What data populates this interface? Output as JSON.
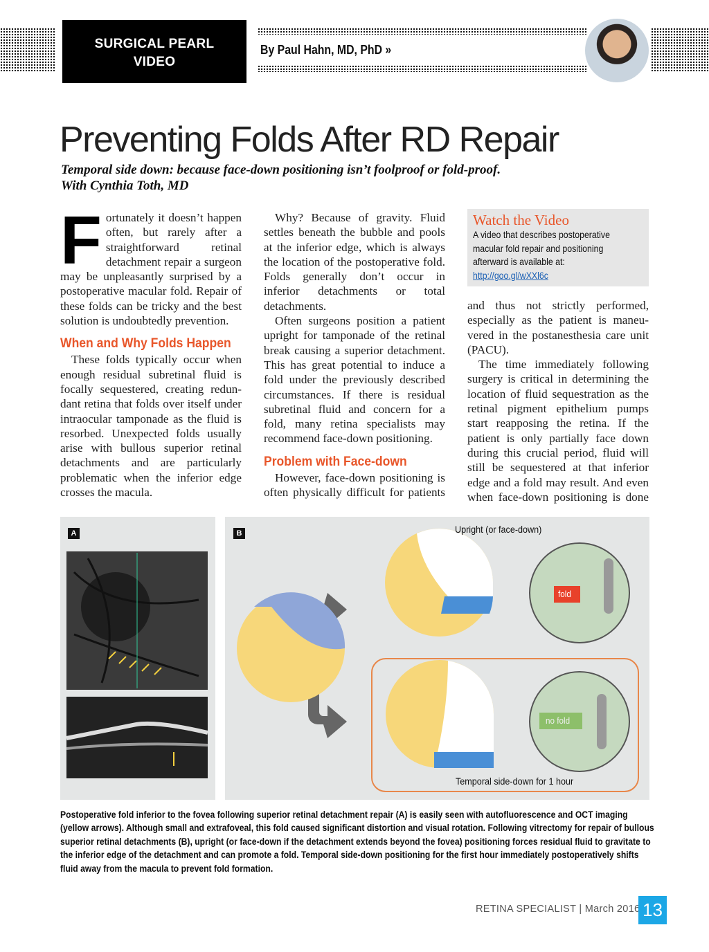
{
  "header": {
    "section_line1": "SURGICAL PEARL",
    "section_line2": "VIDEO",
    "byline": "By Paul Hahn, MD, PhD »"
  },
  "article": {
    "title": "Preventing Folds After RD Repair",
    "subtitle": "Temporal side down: because face-down positioning isn’t foolproof or fold-proof.",
    "with": "With Cynthia Toth, MD",
    "drop_cap": "F",
    "p1": "ortunately it doesn’t hap­pen often, but rarely after a straightforward retinal detach­ment repair a surgeon may be unpleasantly surprised by a postop­erative macular fold. Repair of these folds can be tricky and the best solu­tion is undoubtedly prevention.",
    "h1": "When and Why Folds Happen",
    "p2": "These folds typically occur when enough residual subretinal fluid is focally sequestered, creating redun­dant retina that folds over itself un­der intraocular tamponade as the fluid is resorbed. Unexpected folds usually arise with bullous superior retinal detachments and are partic­ularly problematic when the inferior edge crosses the macula.",
    "p3": "Why? Because of gravity. Flu­id settles beneath the bubble and pools at the inferior edge, which is always the location of the postop­erative fold. Folds generally don’t occur in inferior detachments or total detachments.",
    "p4": "Often surgeons position a patient upright for tamponade of the reti­nal break causing a superior detach­ment. This has great potential to induce a fold under the previously described circumstances. If there is residual subretinal fluid and concern for a fold, many retina specialists may recommend face-down positioning.",
    "h2": "Problem with Face-down",
    "p5": "However, face-down positioning is often physically difficult for patients",
    "p6": "and thus not strictly performed, especially as the patient is maneu­vered in the postanesthesia care unit (PACU).",
    "p7": "The time immediately following surgery is critical in determining the location of fluid sequestration as the retinal pigment epithelium pumps start reapposing the retina. If the patient is only partially face down during this crucial period, fluid will still be sequestered at that inferior edge and a fold may result. And even when face-down positioning is done"
  },
  "sidebar": {
    "title": "Watch the Video",
    "line1": "A video that describes postoperative",
    "line2": "macular fold repair and positioning",
    "line3": "afterward is available at:",
    "link": "http://goo.gl/wXXl6c"
  },
  "figure": {
    "panel_a": "A",
    "panel_b": "B",
    "upright_label": "Upright (or face-down)",
    "fold_label": "fold",
    "no_fold_label": "no fold",
    "temporal_label": "Temporal side-down for 1 hour",
    "caption": "Postoperative fold inferior to the fovea following superior retinal detachment repair (A) is easily seen with autofluorescence and OCT imaging (yellow arrows). Although small and extrafoveal, this fold caused significant distortion and visual rotation. Following vitrectomy for repair of bullous superior retinal detachments (B), upright (or face-down if the detachment extends beyond the fovea) positioning forces residual fluid to gravitate to the inferior edge of the detachment and can promote a fold. Temporal side-down posi­tioning for the first hour immediately postoperatively shifts fluid away from the macula to prevent fold formation."
  },
  "footer": {
    "publication": "RETINA SPECIALIST | March 2016",
    "page": "13"
  },
  "colors": {
    "accent": "#e8562a",
    "page_badge": "#1ca7e6",
    "fluid": "#4a8fd6",
    "retina_yellow": "#f7d77a"
  }
}
